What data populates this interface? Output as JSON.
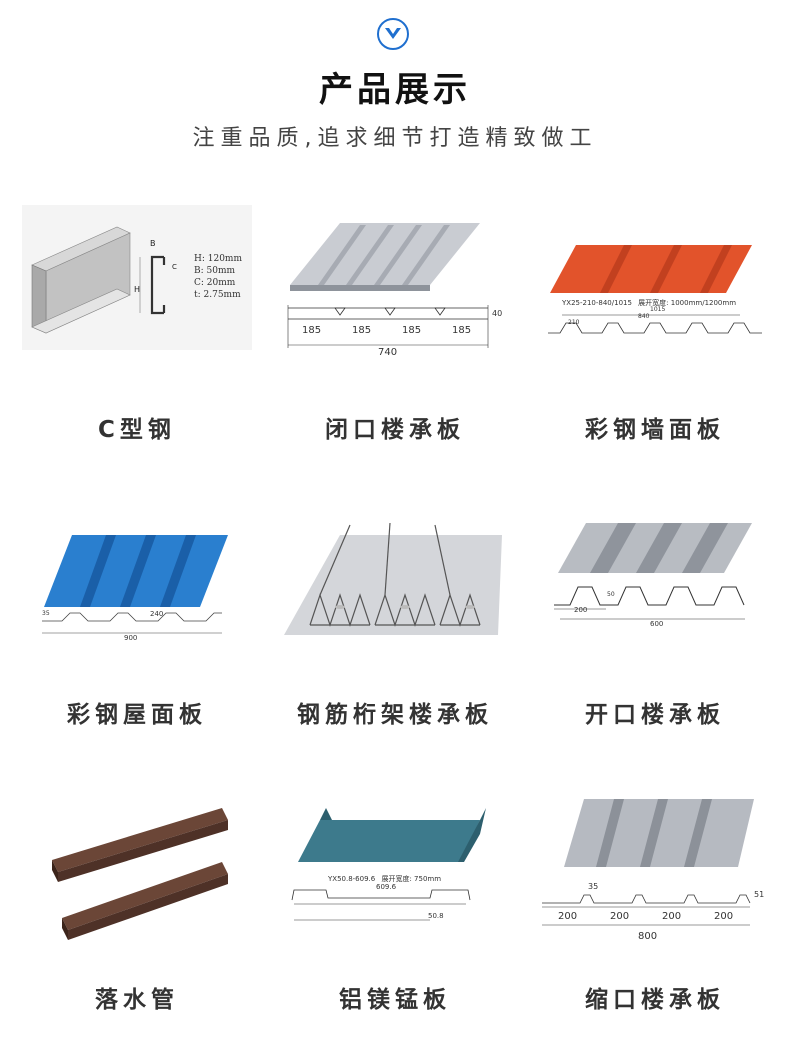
{
  "header": {
    "title": "产品展示",
    "subtitle": "注重品质,追求细节打造精致做工"
  },
  "products": [
    {
      "name": "C型钢",
      "annotations": [
        "H: 120mm",
        "B: 50mm",
        "C: 20mm",
        "t: 2.75mm",
        "B",
        "H",
        "C"
      ]
    },
    {
      "name": "闭口楼承板",
      "annotations": [
        "185",
        "185",
        "185",
        "185",
        "740",
        "40"
      ]
    },
    {
      "name": "彩钢墙面板",
      "annotations": [
        "YX25-210-840/1015",
        "展开宽度: 1000mm/1200mm",
        "1015",
        "840",
        "210"
      ]
    },
    {
      "name": "彩钢屋面板",
      "annotations": [
        "240",
        "900",
        "35"
      ]
    },
    {
      "name": "钢筋桁架楼承板",
      "annotations": []
    },
    {
      "name": "开口楼承板",
      "annotations": [
        "200",
        "600",
        "50"
      ]
    },
    {
      "name": "落水管",
      "annotations": []
    },
    {
      "name": "铝镁锰板",
      "annotations": [
        "YX50.8-609.6",
        "展开宽度: 750mm",
        "609.6",
        "50.8"
      ]
    },
    {
      "name": "缩口楼承板",
      "annotations": [
        "35",
        "200",
        "200",
        "200",
        "200",
        "800",
        "51"
      ]
    }
  ]
}
